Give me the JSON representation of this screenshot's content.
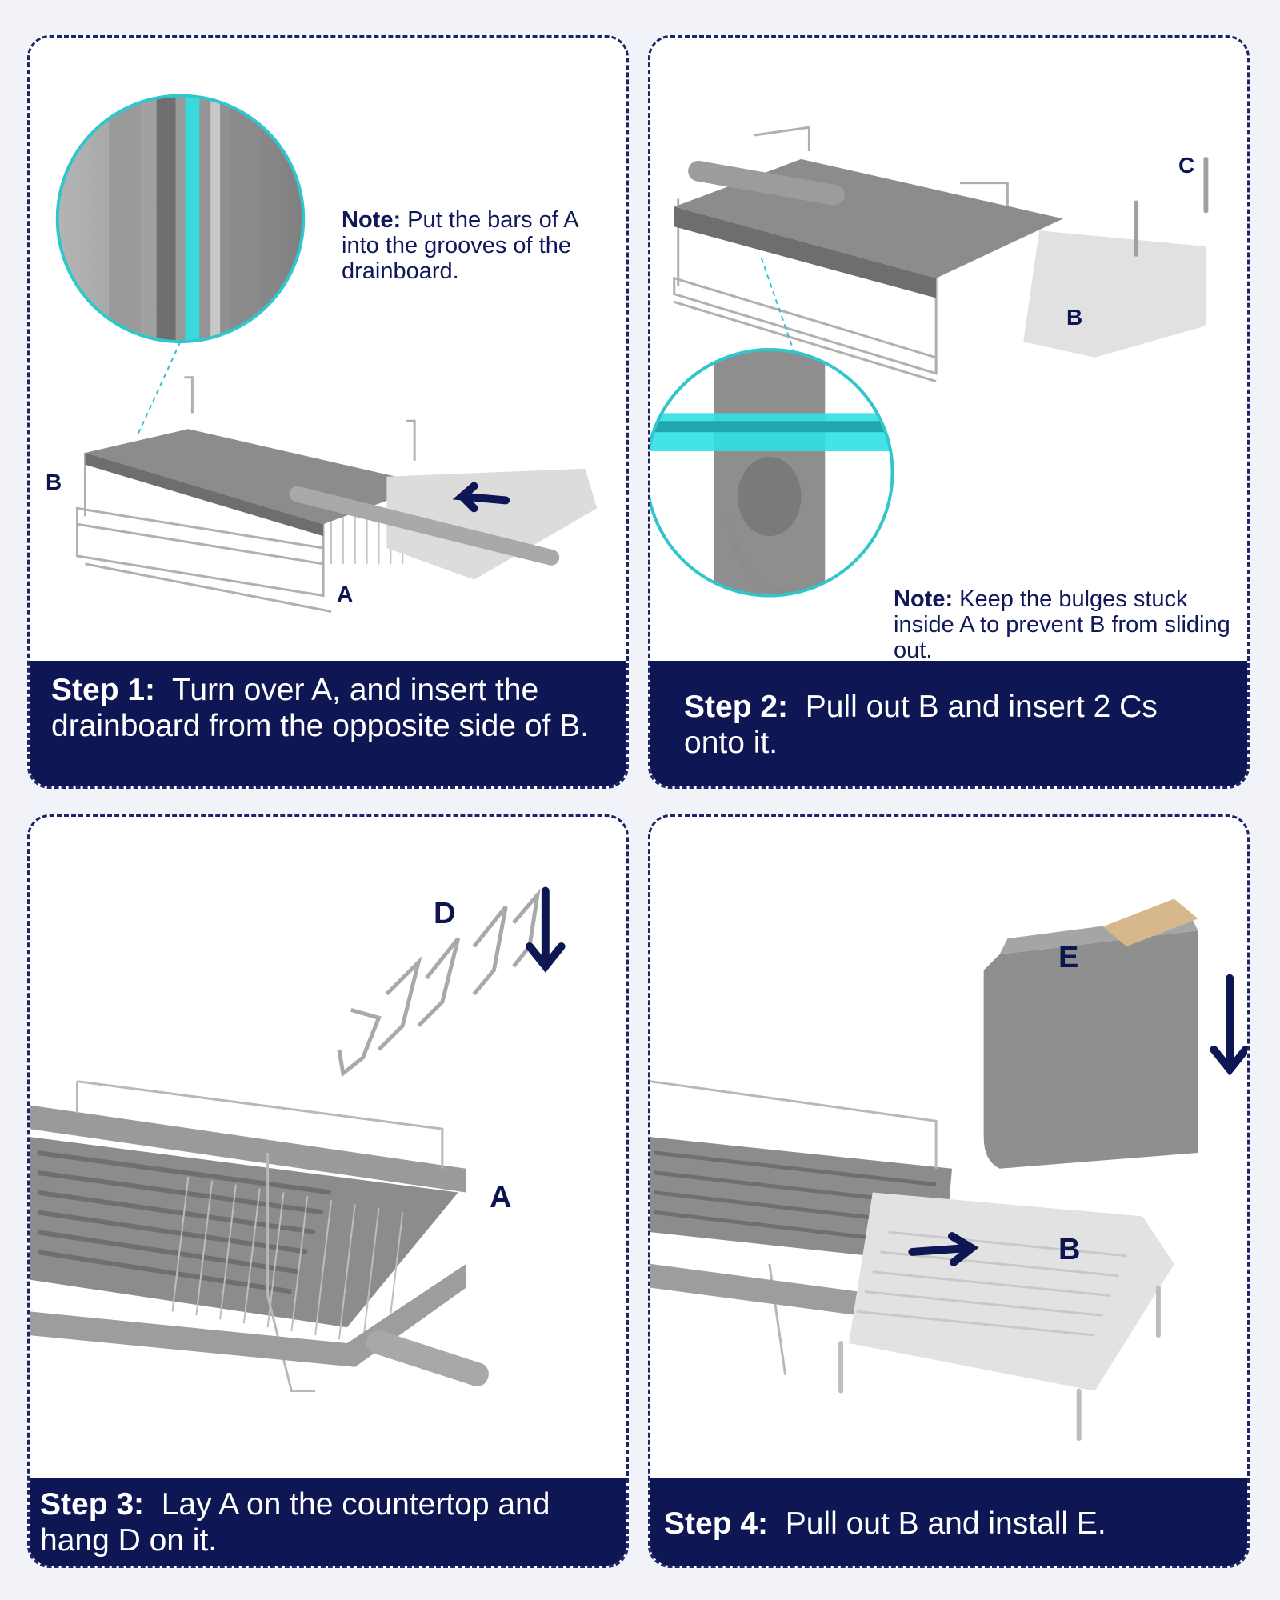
{
  "step1": {
    "note_label": "Note:",
    "note_text": "Put the bars of A into the grooves of the drainboard.",
    "label_a": "A",
    "label_b": "B",
    "step_label": "Step 1:",
    "step_text": "Turn over A, and insert the drainboard from the opposite side of B."
  },
  "step2": {
    "note_label": "Note:",
    "note_text": "Keep the bulges stuck inside A to prevent B from sliding out.",
    "label_b": "B",
    "label_c": "C",
    "step_label": "Step 2:",
    "step_text": "Pull out B and insert 2 Cs onto it."
  },
  "step3": {
    "label_a": "A",
    "label_d": "D",
    "step_label": "Step 3:",
    "step_text": "Lay A on the countertop and hang D on it."
  },
  "step4": {
    "label_b": "B",
    "label_e": "E",
    "step_label": "Step 4:",
    "step_text": "Pull out B and install E."
  },
  "colors": {
    "navy": "#0e1654",
    "cyan_highlight": "#2fe0e6",
    "panel_background": "#ffffff",
    "page_background": "#f1f3f8",
    "tray_gray": "#8c8c8c"
  }
}
